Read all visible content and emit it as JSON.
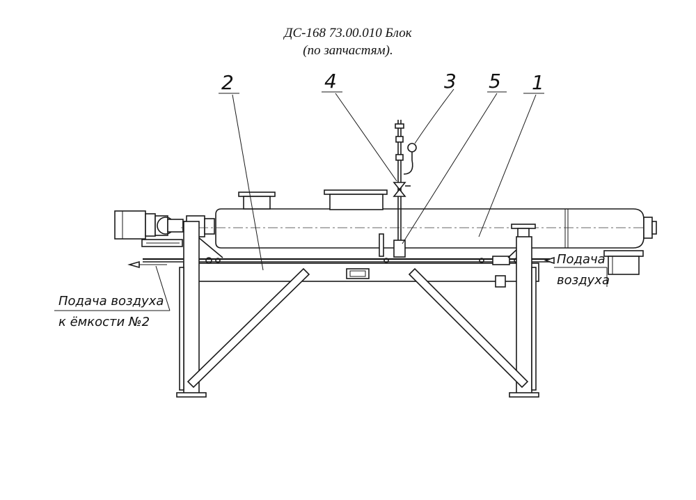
{
  "title": {
    "line1": "ДС-168 73.00.010 Блок",
    "line2": "(по запчастям)."
  },
  "callouts": [
    {
      "id": "1",
      "label": "1"
    },
    {
      "id": "2",
      "label": "2"
    },
    {
      "id": "3",
      "label": "3"
    },
    {
      "id": "4",
      "label": "4"
    },
    {
      "id": "5",
      "label": "5"
    }
  ],
  "captions": {
    "left_line1": "Подача воздуха",
    "left_line2": "к ёмкости №2",
    "right_line1": "Подача",
    "right_line2": "воздуха"
  }
}
